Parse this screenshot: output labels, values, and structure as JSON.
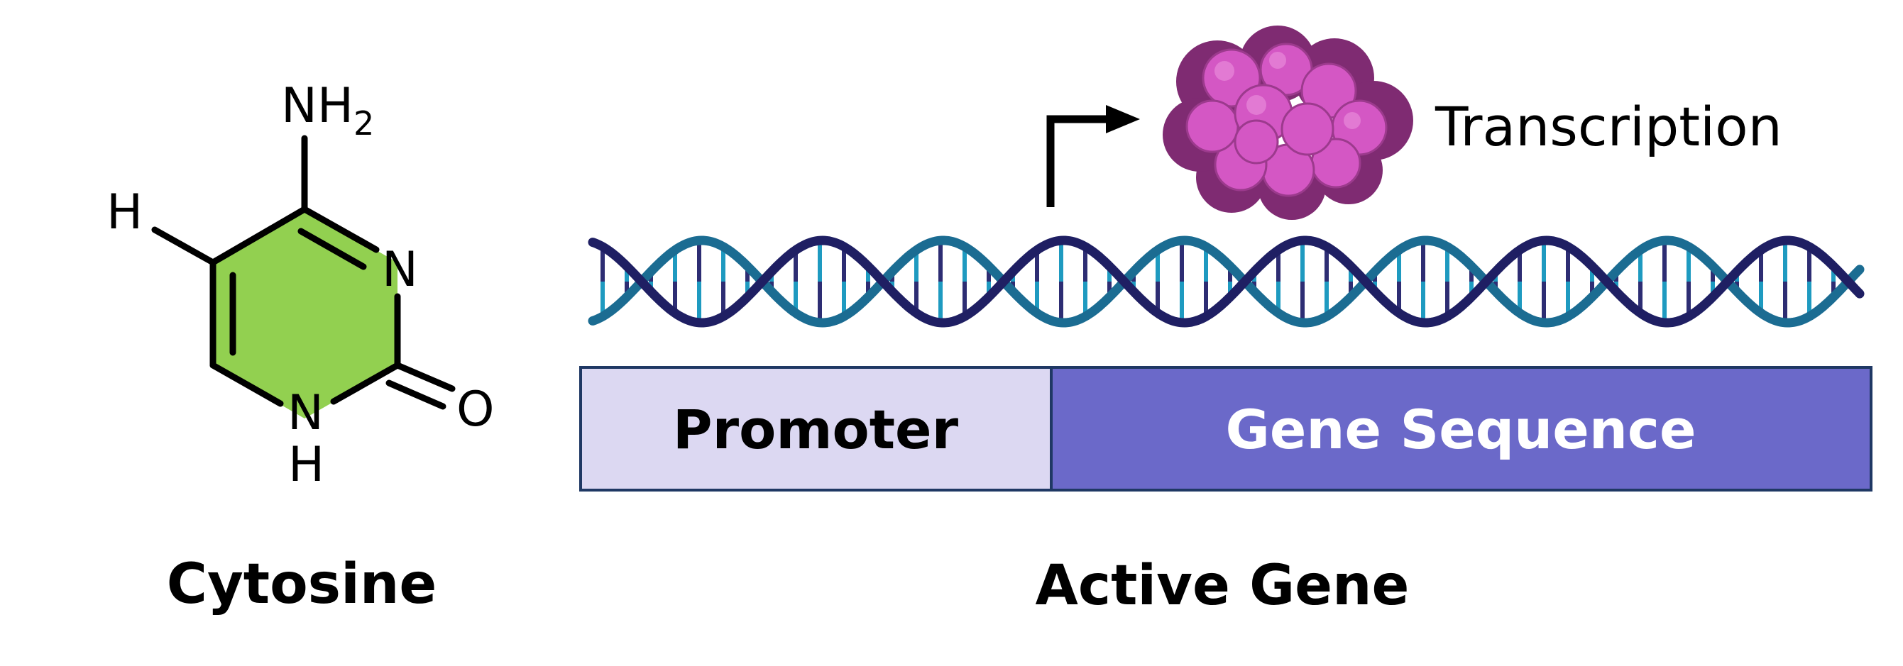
{
  "cytosine": {
    "caption": "Cytosine",
    "atoms": {
      "nh2_n": "NH",
      "nh2_sub": "2",
      "h_left": "H",
      "n_ring": "N",
      "o": "O",
      "nh_n": "N",
      "nh_h": "H"
    },
    "ring_color": "#92D050"
  },
  "gene": {
    "caption": "Active Gene",
    "promoter_label": "Promoter",
    "sequence_label": "Gene Sequence",
    "transcription_label": "Transcription",
    "promoter_color": "#DCD8F2",
    "sequence_color": "#6B69C9",
    "border_color": "#1F3864"
  },
  "dna": {
    "strand_a_color": "#1F1F63",
    "strand_b_color": "#1B6C92",
    "rung_colors": [
      "#2D2D73",
      "#1E9AC0"
    ]
  },
  "polymerase": {
    "icon": "rna-polymerase-icon",
    "color": "#D457C4"
  },
  "arrow": {
    "icon": "transcription-start-arrow-icon"
  }
}
